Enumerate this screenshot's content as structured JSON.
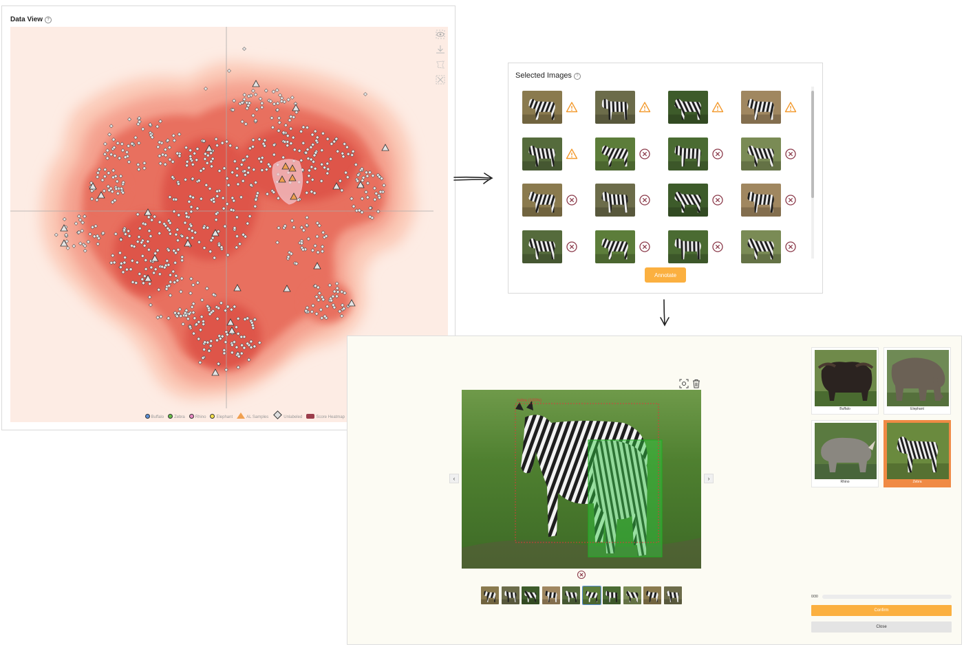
{
  "data_view": {
    "title": "Data View",
    "legend": [
      {
        "label": "Buffalo",
        "color": "#5b8fd6",
        "shape": "circle"
      },
      {
        "label": "Zebra",
        "color": "#6abf4b",
        "shape": "circle"
      },
      {
        "label": "Rhino",
        "color": "#e889c2",
        "shape": "circle"
      },
      {
        "label": "Elephant",
        "color": "#f5e04a",
        "shape": "circle"
      },
      {
        "label": "AL Samples",
        "color": "#f0a050",
        "shape": "triangle"
      },
      {
        "label": "Unlabeled",
        "color": "#dddddd",
        "shape": "diamond"
      },
      {
        "label": "Score Heatmap",
        "color": "#9b3d4b",
        "shape": "rect"
      }
    ],
    "tools": [
      "focus-icon",
      "download-icon",
      "lasso-icon",
      "clear-selection-icon"
    ],
    "colors": {
      "heat_low": "#fdece4",
      "heat_high": "#d94a40",
      "selection": "#f3c6cb"
    }
  },
  "selected_images": {
    "title": "Selected Images",
    "annotate_label": "Annotate",
    "items": [
      {
        "status": "warning"
      },
      {
        "status": "warning"
      },
      {
        "status": "warning"
      },
      {
        "status": "warning"
      },
      {
        "status": "warning"
      },
      {
        "status": "remove"
      },
      {
        "status": "remove"
      },
      {
        "status": "remove"
      },
      {
        "status": "remove"
      },
      {
        "status": "remove"
      },
      {
        "status": "remove"
      },
      {
        "status": "remove"
      },
      {
        "status": "remove"
      },
      {
        "status": "remove"
      },
      {
        "status": "remove"
      },
      {
        "status": "remove"
      }
    ],
    "colors": {
      "warning": "#f39a2e",
      "remove": "#8b3a4a"
    }
  },
  "annotator": {
    "box_label": "zebra (100%)",
    "categories": [
      {
        "label": "Buffalo",
        "selected": false
      },
      {
        "label": "Elephant",
        "selected": false
      },
      {
        "label": "Rhino",
        "selected": false
      },
      {
        "label": "Zebra",
        "selected": true
      }
    ],
    "strip_count": 10,
    "active_strip": 5,
    "progress_text": "0/30",
    "progress": 0,
    "confirm_label": "Confirm",
    "close_label": "Close",
    "colors": {
      "accent": "#fbb040",
      "selected_card": "#f08a44",
      "box_red": "#d83a3a",
      "box_green": "#33cc33"
    }
  }
}
